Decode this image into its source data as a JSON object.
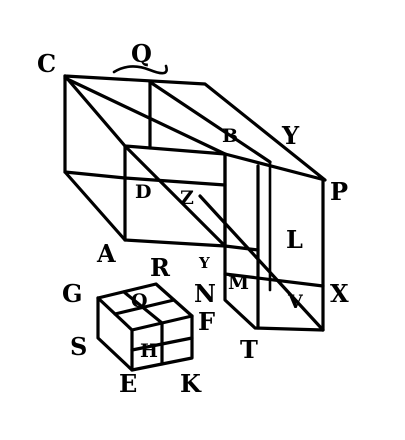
{
  "labels": {
    "C": "C",
    "Q": "Q",
    "Y": "Y",
    "B": "B",
    "P": "P",
    "D": "D",
    "Z": "Z",
    "L": "L",
    "A": "A",
    "Y2": "Y",
    "M": "M",
    "X": "X",
    "V": "V",
    "T": "T",
    "G": "G",
    "R": "R",
    "O": "O",
    "N": "N",
    "F": "F",
    "S": "S",
    "H": "H",
    "E": "E",
    "K": "K"
  },
  "colors": {
    "ink": "#000000",
    "paper": "#ffffff"
  }
}
